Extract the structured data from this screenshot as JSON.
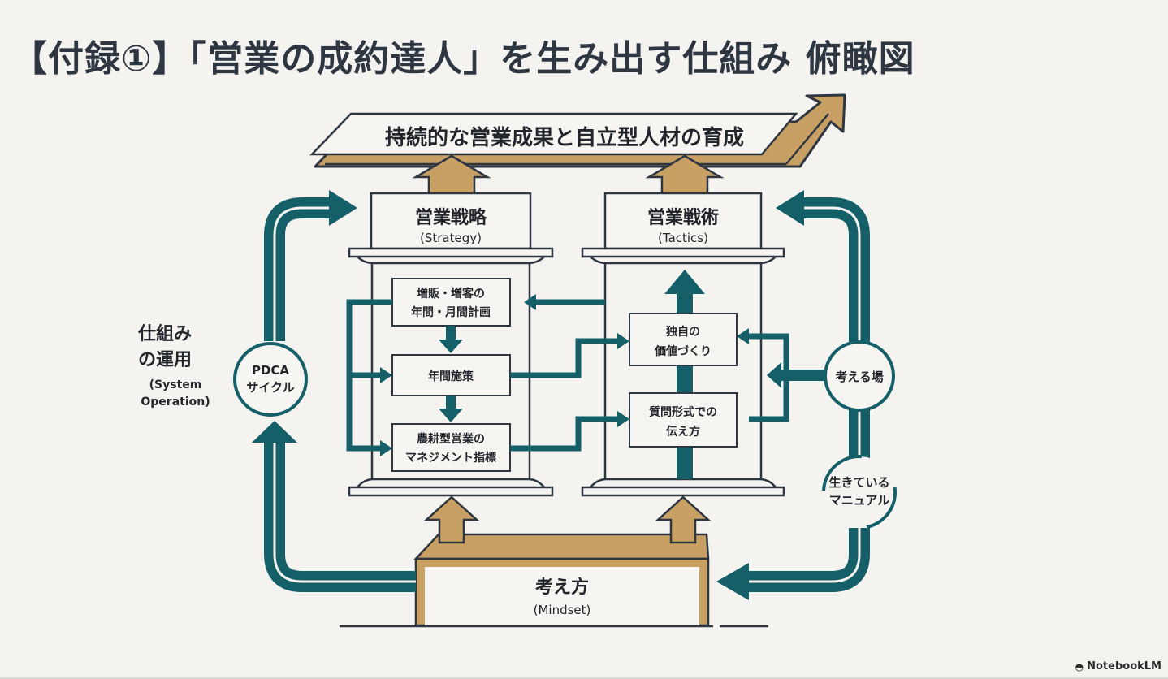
{
  "title": "【付録①】「営業の成約達人」を生み出す仕組み 俯瞰図",
  "colors": {
    "background": "#f4f3ef",
    "teal": "#145f68",
    "gold": "#c9a063",
    "ink": "#2e3642",
    "box_fill": "#f6f5f1"
  },
  "goal_banner": {
    "label": "持続的な営業成果と自立型人材の育成"
  },
  "strategy": {
    "title": "営業戦略",
    "subtitle": "(Strategy)",
    "steps": [
      {
        "line1": "増販・増客の",
        "line2": "年間・月間計画"
      },
      {
        "line1": "年間施策",
        "line2": ""
      },
      {
        "line1": "農耕型営業の",
        "line2": "マネジメント指標"
      }
    ]
  },
  "tactics": {
    "title": "営業戦術",
    "subtitle": "(Tactics)",
    "steps": [
      {
        "line1": "独自の",
        "line2": "価値づくり"
      },
      {
        "line1": "質問形式での",
        "line2": "伝え方"
      }
    ]
  },
  "mindset": {
    "title": "考え方",
    "subtitle": "(Mindset)"
  },
  "side_label": {
    "line1": "仕組み",
    "line2": "の運用",
    "line3": "(System",
    "line4": "Operation)"
  },
  "cycle_nodes": {
    "pdca": {
      "line1": "PDCA",
      "line2": "サイクル"
    },
    "thinking_place": {
      "line1": "考える場"
    },
    "living_manual": {
      "line1": "生きている",
      "line2": "マニュアル"
    }
  },
  "footer": {
    "brand": "NotebookLM",
    "icon": "notebooklm-logo-icon"
  }
}
